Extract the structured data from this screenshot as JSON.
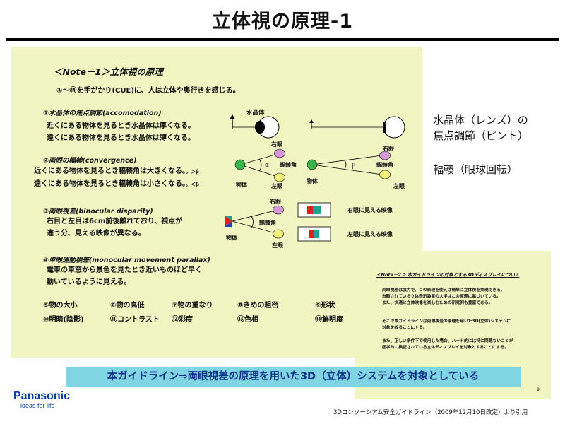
{
  "slide": {
    "title": "立体視の原理-1",
    "banner": "本ガイドライン⇒両眼視差の原理を用いた3D（立体）システムを対象としている",
    "citation": "3Dコンソーシアム安全ガイドライン（2009年12月10日改定）より引用",
    "page_number": "9",
    "logo": "Panasonic",
    "tagline": "ideas for life"
  },
  "right_panel": {
    "line1": "水晶体（レンズ）の",
    "line2": "焦点調節（ピント）",
    "line3": "輻輳（眼球回転）"
  },
  "note1": {
    "title": "＜Note－1＞立体視の原理",
    "intro": "①～⑭を手がかり(CUE)に、人は立体や奥行きを感じる。",
    "s1": {
      "heading": "①水晶体の焦点調節(accomodation)",
      "line1": "近くにある物体を見るとき水晶体は厚くなる。",
      "line2": "遠くにある物体を見るとき水晶体は薄くなる。"
    },
    "s2": {
      "heading": "②両眼の輻輳(convergence)",
      "line1": "近くにある物体を見るとき輻輳角は大きくなる。",
      "line1_suffix": "。＞β",
      "line2": "遠くにある物体を見るとき輻輳角は小さくなる。",
      "line2_suffix": "。＜β"
    },
    "s3": {
      "heading": "③両眼視差(binocular disparity)",
      "line1": "右目と左目は6cm前後離れており、視点が",
      "line2": "違う分、見える映像が異なる。"
    },
    "s4": {
      "heading": "④単眼運動視差(monocular movement parallax)",
      "line1": "電車の車窓から景色を見たとき近いものほど早く",
      "line2": "動いているように見える。"
    },
    "cues_row1": [
      "⑤物の大小",
      "⑥物の高低",
      "⑦物の重なり",
      "⑧きめの粗密",
      "⑨形状"
    ],
    "cues_row2": [
      "⑩明暗(陰影)",
      "⑪コントラスト",
      "⑫彩度",
      "⑬色相",
      "⑭鮮明度"
    ],
    "diagram": {
      "lens": "水晶体",
      "right_eye": "右眼",
      "left_eye": "左眼",
      "object": "物体",
      "convergence_angle": "輻輳角",
      "alpha": "α",
      "beta": "β",
      "right_image": "右眼に見える映像",
      "left_image": "左眼に見える映像"
    }
  },
  "note2": {
    "title": "＜Note－2＞ 本ガイドラインの対象とする3Dディスプレイについて",
    "p1": [
      "両眼視差は強力で、この原理を使えば簡単に立体視を実現できる。",
      "市販されている立体表示装置の大半はこの原理に基づいている。",
      "また、快適に立体映像を楽しむための研究例も豊富である。"
    ],
    "p2": [
      "そこで本ガイドラインは両眼視差の原理を用いた3D(立体)システムに",
      "対象を絞ることにする。"
    ],
    "p3": [
      "また、正しい条件下で使用した場合、ハード的には特に問題ないことが",
      "医学的に検証されている立体ディスプレイを対象とすることにする。"
    ]
  },
  "colors": {
    "note_bg": "#f0f5c2",
    "banner_bg": "#7fd6e2",
    "banner_text": "#0c2f86",
    "brand_blue": "#0b3ea4",
    "right_eye": "#d699d6",
    "left_eye": "#f0f07a",
    "object_green": "#3ab54a",
    "image_red": "#e02020",
    "image_teal": "#20a090"
  }
}
